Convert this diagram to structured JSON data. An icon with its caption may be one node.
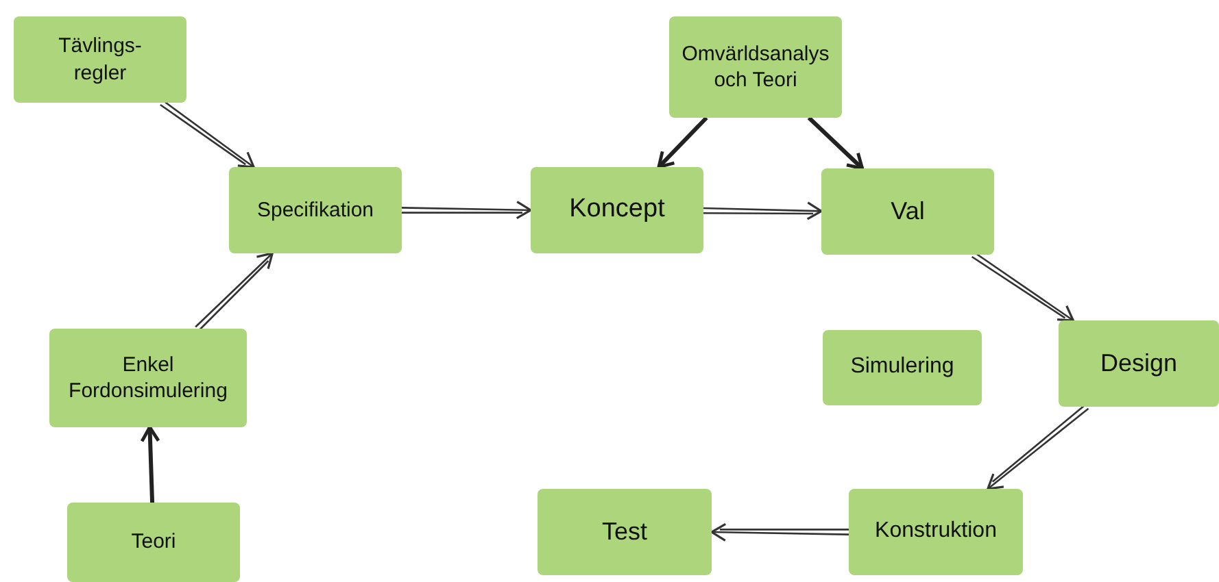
{
  "diagram": {
    "nodes": [
      {
        "text": [
          "Tävlings- regler"
        ]
      },
      {
        "text": [
          "Specifikation"
        ]
      },
      {
        "text": [
          "Koncept"
        ]
      },
      {
        "text": [
          "Omvärldsanalys och Teori"
        ]
      },
      {
        "text": [
          "Val"
        ]
      },
      {
        "text": [
          "Enkel Fordonsimulering"
        ]
      },
      {
        "text": [
          "Simulering"
        ]
      },
      {
        "text": [
          "Design"
        ]
      },
      {
        "text": [
          "Teori"
        ]
      },
      {
        "text": [
          "Test"
        ]
      },
      {
        "text": [
          "Konstruktion"
        ]
      }
    ],
    "edges": [
      {
        "from": 0,
        "to": 1,
        "arrow": "to"
      },
      {
        "from": 1,
        "to": 2,
        "arrow": "to"
      },
      {
        "from": 2,
        "to": 4,
        "arrow": "to"
      },
      {
        "from": 3,
        "to": 2,
        "arrow": "to",
        "style": "thick"
      },
      {
        "from": 3,
        "to": 4,
        "arrow": "to",
        "style": "thick"
      },
      {
        "from": 4,
        "to": 7,
        "arrow": "to"
      },
      {
        "from": 7,
        "to": 10,
        "arrow": "to"
      },
      {
        "from": 10,
        "to": 9,
        "arrow": "to"
      },
      {
        "from": 8,
        "to": 5,
        "arrow": "to",
        "style": "thick"
      },
      {
        "from": 5,
        "to": 1,
        "arrow": "to"
      }
    ]
  }
}
